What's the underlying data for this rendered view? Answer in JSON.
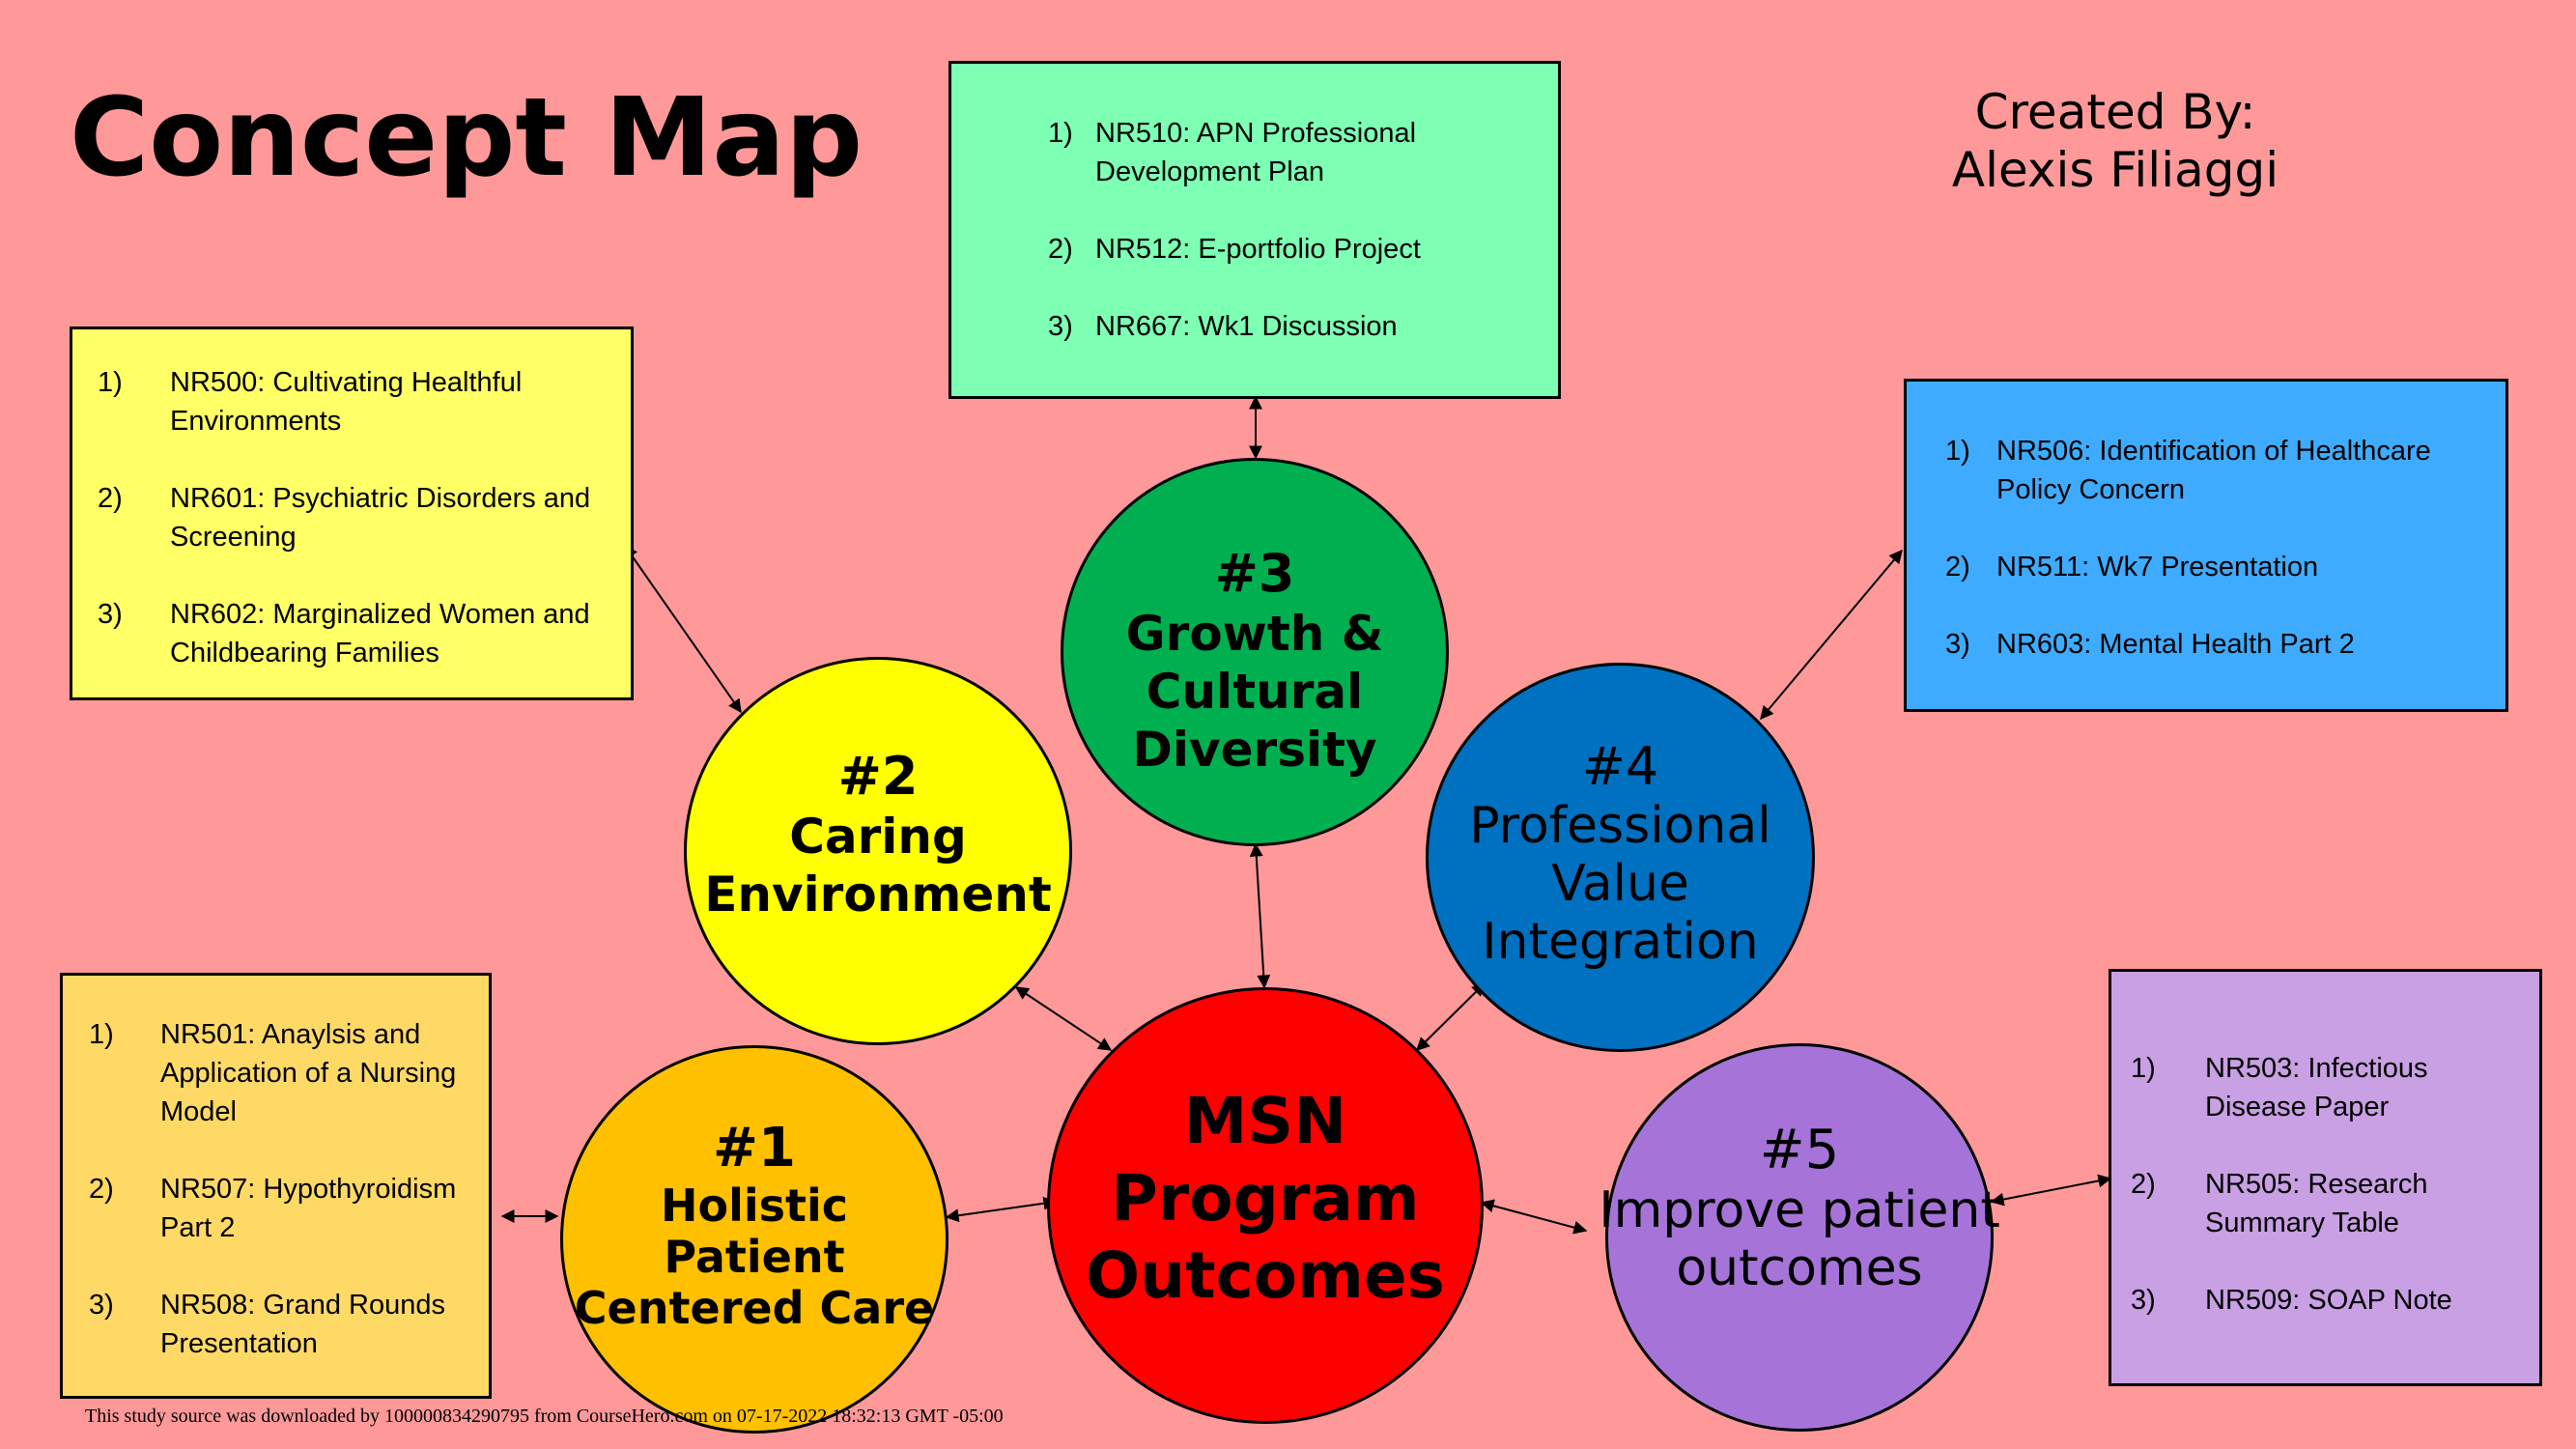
{
  "title": "Concept Map",
  "author": {
    "line1": "Created By:",
    "line2": "Alexis Filiaggi"
  },
  "colors": {
    "background": "#ff9999",
    "center": "#ff0000",
    "outcome1": "#ffc000",
    "outcome2": "#ffff00",
    "outcome3": "#00b050",
    "outcome4": "#0070c0",
    "outcome5": "#a674d8",
    "box_top": "#7dffb4",
    "box_top_left": "#ffff66",
    "box_bottom_left": "#ffd966",
    "box_right": "#3eabff",
    "box_bottom_right": "#c9a0e3"
  },
  "center": {
    "line1": "MSN",
    "line2": "Program",
    "line3": "Outcomes"
  },
  "outcomes": [
    {
      "number": "#1",
      "lines": [
        "Holistic",
        "Patient",
        "Centered Care"
      ]
    },
    {
      "number": "#2",
      "lines": [
        "Caring",
        "Environment"
      ]
    },
    {
      "number": "#3",
      "lines": [
        "Growth &",
        "Cultural",
        "Diversity"
      ]
    },
    {
      "number": "#4",
      "lines": [
        "Professional",
        "Value",
        "Integration"
      ]
    },
    {
      "number": "#5",
      "lines": [
        "Improve patient",
        "outcomes"
      ]
    }
  ],
  "boxes": {
    "top": [
      {
        "num": "1)",
        "text": "NR510: APN Professional Development Plan"
      },
      {
        "num": "2)",
        "text": "NR512: E-portfolio Project"
      },
      {
        "num": "3)",
        "text": "NR667: Wk1 Discussion"
      }
    ],
    "top_left": [
      {
        "num": "1)",
        "text": "NR500: Cultivating Healthful Environments"
      },
      {
        "num": "2)",
        "text": "NR601: Psychiatric Disorders and Screening"
      },
      {
        "num": "3)",
        "text": "NR602: Marginalized Women and Childbearing Families"
      }
    ],
    "bottom_left": [
      {
        "num": "1)",
        "text": "NR501: Anaylsis and Application of a Nursing Model"
      },
      {
        "num": "2)",
        "text": "NR507: Hypothyroidism Part 2"
      },
      {
        "num": "3)",
        "text": "NR508: Grand Rounds Presentation"
      }
    ],
    "right": [
      {
        "num": "1)",
        "text": "NR506: Identification of Healthcare Policy Concern"
      },
      {
        "num": "2)",
        "text": "NR511: Wk7 Presentation"
      },
      {
        "num": "3)",
        "text": "NR603: Mental Health Part 2"
      }
    ],
    "bottom_right": [
      {
        "num": "1)",
        "text": "NR503: Infectious Disease Paper"
      },
      {
        "num": "2)",
        "text": "NR505: Research Summary Table"
      },
      {
        "num": "3)",
        "text": "NR509: SOAP Note"
      }
    ]
  },
  "footer": "This study source was downloaded by 100000834290795 from CourseHero.com on 07-17-2022 18:32:13 GMT -05:00"
}
